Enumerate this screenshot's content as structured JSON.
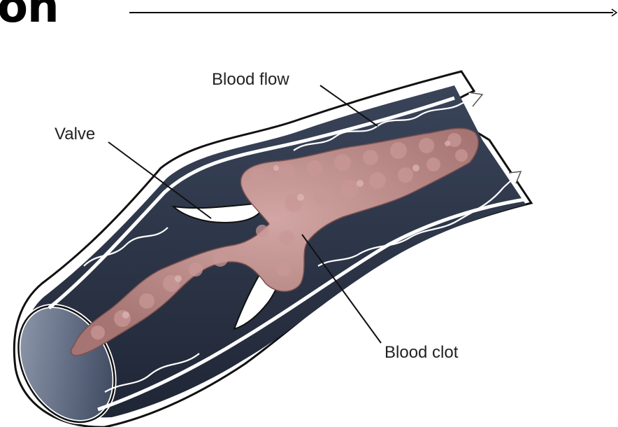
{
  "header": {
    "title_fragment": "on"
  },
  "diagram": {
    "labels": {
      "blood_flow": "Blood flow",
      "valve": "Valve",
      "blood_clot": "Blood clot"
    },
    "colors": {
      "vessel_dark": "#2a3245",
      "vessel_mid": "#4a556d",
      "vessel_light": "#8f98ab",
      "vessel_wall": "#ffffff",
      "outline": "#111111",
      "clot_fill": "#b98a88",
      "clot_highlight": "#d7aeac",
      "clot_shadow": "#8c5f5e"
    }
  }
}
